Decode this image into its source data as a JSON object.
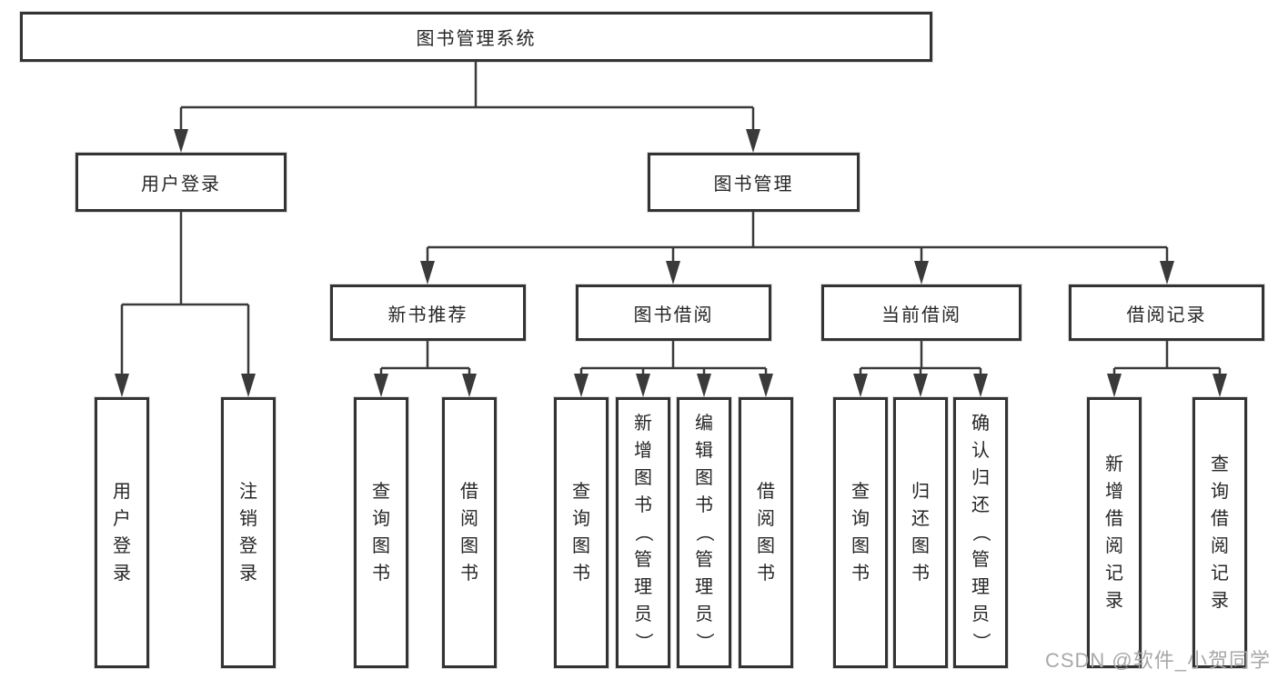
{
  "colors": {
    "page-bg": "#ffffff",
    "line": "#3a3a3a",
    "box-border": "#333333",
    "box-fill": "#ffffff",
    "text": "#262626",
    "watermark": "#a8a8a8"
  },
  "tree": {
    "label": "图书管理系统",
    "children": [
      {
        "label": "用户登录",
        "children": [
          {
            "label": "用户登录"
          },
          {
            "label": "注销登录"
          }
        ]
      },
      {
        "label": "图书管理",
        "children": [
          {
            "label": "新书推荐",
            "children": [
              {
                "label": "查询图书"
              },
              {
                "label": "借阅图书"
              }
            ]
          },
          {
            "label": "图书借阅",
            "children": [
              {
                "label": "查询图书"
              },
              {
                "label": "新增图书（管理员）"
              },
              {
                "label": "编辑图书（管理员）"
              },
              {
                "label": "借阅图书"
              }
            ]
          },
          {
            "label": "当前借阅",
            "children": [
              {
                "label": "查询图书"
              },
              {
                "label": "归还图书"
              },
              {
                "label": "确认归还（管理员）"
              }
            ]
          },
          {
            "label": "借阅记录",
            "children": [
              {
                "label": "新增借阅记录"
              },
              {
                "label": "查询借阅记录"
              }
            ]
          }
        ]
      }
    ]
  },
  "watermark": {
    "text": "CSDN @软件_小贺同学"
  }
}
